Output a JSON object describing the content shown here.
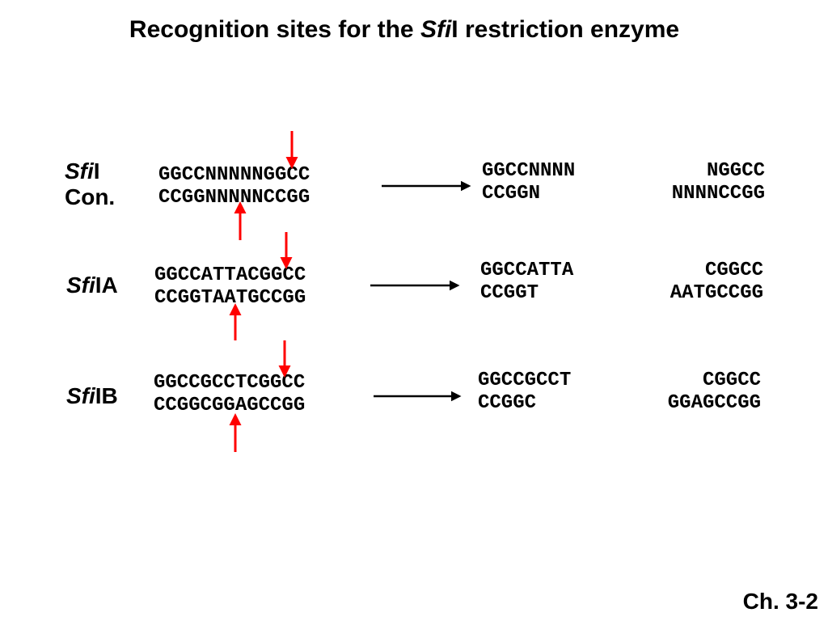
{
  "title": {
    "before": "Recognition sites for the ",
    "italic": "Sfi",
    "after": "I restriction enzyme"
  },
  "rows": [
    {
      "label_italic": "Sfi",
      "label_rest": "I",
      "label_line2": "Con.",
      "site_top": "GGCCNNNNNGGCC",
      "site_bottom": "CCGGNNNNNCCGG",
      "left_fragment_top": "GGCCNNNN",
      "left_fragment_bottom": "CCGGN",
      "right_fragment_top": "NGGCC",
      "right_fragment_bottom": "NNNNCCGG"
    },
    {
      "label_italic": "Sfi",
      "label_rest": "IA",
      "site_top": "GGCCATTACGGCC",
      "site_bottom": "CCGGTAATGCCGG",
      "left_fragment_top": "GGCCATTA",
      "left_fragment_bottom": "CCGGT",
      "right_fragment_top": "CGGCC",
      "right_fragment_bottom": "AATGCCGG"
    },
    {
      "label_italic": "Sfi",
      "label_rest": "IB",
      "site_top": "GGCCGCCTCGGCC",
      "site_bottom": "CCGGCGGAGCCGG",
      "left_fragment_top": "GGCCGCCT",
      "left_fragment_bottom": "CCGGC",
      "right_fragment_top": "CGGCC",
      "right_fragment_bottom": "GGAGCCGG"
    }
  ],
  "footer": "Ch. 3-2",
  "colors": {
    "cut_arrow": "#ff0000",
    "reaction_arrow": "#000000",
    "text": "#000000",
    "background": "#ffffff"
  }
}
